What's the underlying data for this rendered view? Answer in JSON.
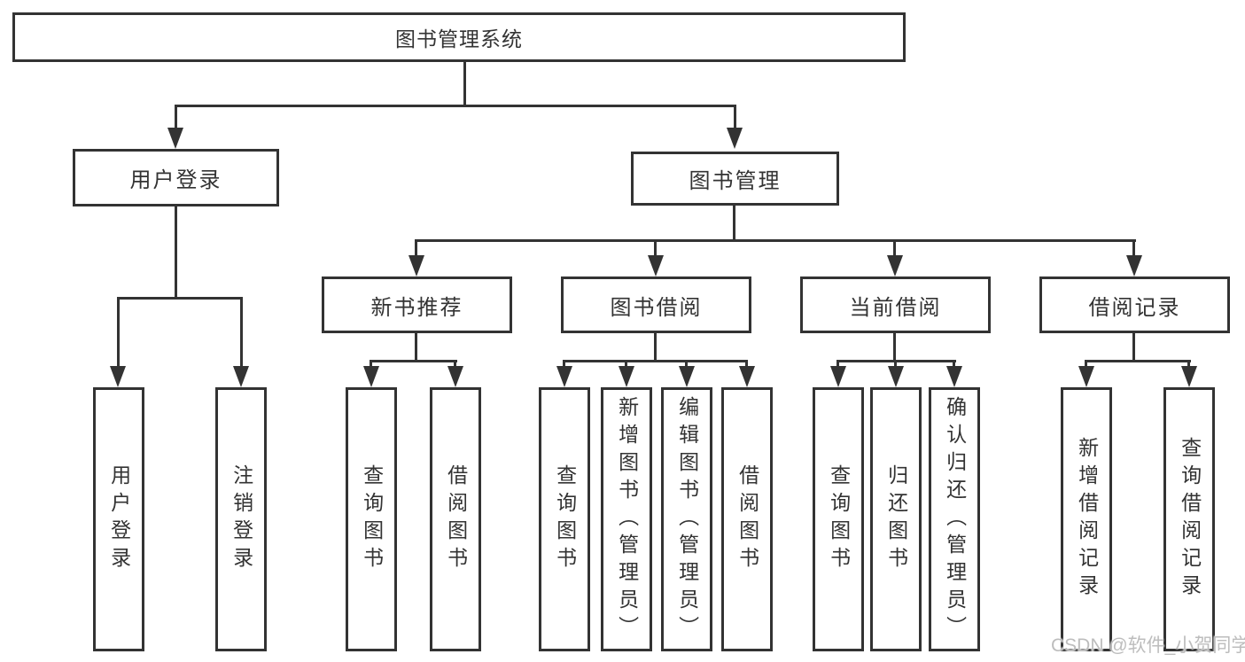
{
  "diagram": {
    "root": {
      "label": "图书管理系统"
    },
    "level2": [
      {
        "label": "用户登录"
      },
      {
        "label": "图书管理"
      }
    ],
    "level3": [
      {
        "label": "新书推荐"
      },
      {
        "label": "图书借阅"
      },
      {
        "label": "当前借阅"
      },
      {
        "label": "借阅记录"
      }
    ],
    "leaves": {
      "user_login": [
        "用户登录",
        "注销登录"
      ],
      "new_book": [
        "查询图书",
        "借阅图书"
      ],
      "book_borrow": [
        "查询图书",
        "新增图书（管理员）",
        "编辑图书（管理员）",
        "借阅图书"
      ],
      "current_borrow": [
        "查询图书",
        "归还图书",
        "确认归还（管理员）"
      ],
      "borrow_record": [
        "新增借阅记录",
        "查询借阅记录"
      ]
    }
  },
  "watermark": {
    "text": "CSDN @软件_小贺同学"
  },
  "colors": {
    "line": "#333333",
    "text": "#333333",
    "background": "#ffffff",
    "watermark": "#bdbdbd"
  }
}
